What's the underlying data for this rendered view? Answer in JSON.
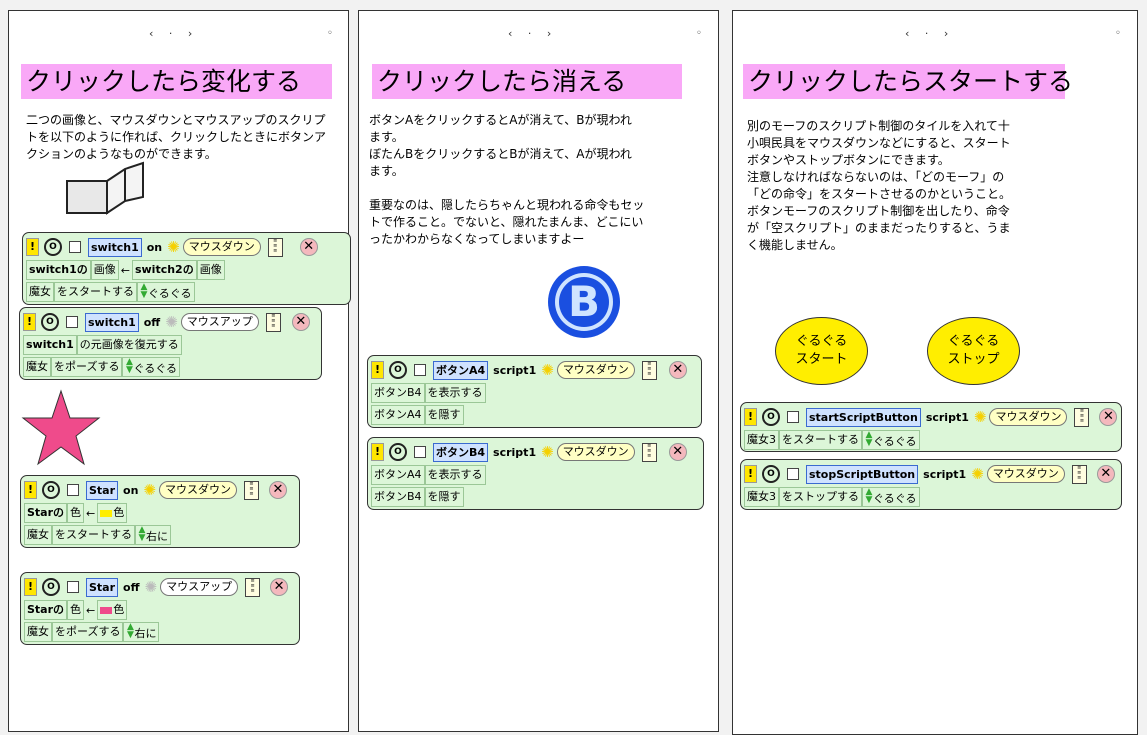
{
  "pages": [
    {
      "nav": "‹ · ›",
      "title": "クリックしたら変化する",
      "body": "二つの画像と、マウスダウンとマウスアップのスクリプ\nトを以下のように作れば、クリックしたときにボタンア\nクションのようなものができます。",
      "scripts": [
        {
          "name": "switch1",
          "status": "on",
          "trigger": "マウスダウン",
          "rows": [
            [
              "switch1の",
              "画像",
              "←",
              "switch2の",
              "画像"
            ],
            [
              "魔女",
              "をスタートする",
              "ぐるぐる"
            ]
          ]
        },
        {
          "name": "switch1",
          "status": "off",
          "trigger": "マウスアップ",
          "rows": [
            [
              "switch1",
              "の元画像を復元する"
            ],
            [
              "魔女",
              "をポーズする",
              "ぐるぐる"
            ]
          ]
        },
        {
          "name": "Star",
          "status": "on",
          "trigger": "マウスダウン",
          "rows": [
            [
              "Starの",
              "色",
              "←",
              "色"
            ],
            [
              "魔女",
              "をスタートする",
              "右に"
            ]
          ]
        },
        {
          "name": "Star",
          "status": "off",
          "trigger": "マウスアップ",
          "rows": [
            [
              "Starの",
              "色",
              "←",
              "色"
            ],
            [
              "魔女",
              "をポーズする",
              "右に"
            ]
          ]
        }
      ]
    },
    {
      "nav": "‹ · ›",
      "title": "クリックしたら消える",
      "body": "ボタンAをクリックするとAが消えて、Bが現われ\nます。\nぼたんBをクリックするとBが消えて、Aが現われ\nます。\n\n重要なのは、隠したらちゃんと現われる命令もセッ\nトで作ること。でないと、隠れたまんま、どこにい\nったかわからなくなってしまいますよー",
      "button_glyph": "B",
      "scripts": [
        {
          "name": "ボタンA4",
          "status": "script1",
          "trigger": "マウスダウン",
          "rows": [
            [
              "ボタンB4",
              "を表示する"
            ],
            [
              "ボタンA4",
              "を隠す"
            ]
          ]
        },
        {
          "name": "ボタンB4",
          "status": "script1",
          "trigger": "マウスダウン",
          "rows": [
            [
              "ボタンA4",
              "を表示する"
            ],
            [
              "ボタンB4",
              "を隠す"
            ]
          ]
        }
      ]
    },
    {
      "nav": "‹ · ›",
      "title": "クリックしたらスタートする",
      "body": "別のモーフのスクリプト制御のタイルを入れて十\n小唄民具をマウスダウンなどにすると、スタート\nボタンやストップボタンにできます。\n注意しなければならないのは、「どのモーフ」の\n「どの命令」をスタートさせるのかということ。\nボタンモーフのスクリプト制御を出したり、命令\nが「空スクリプト」のままだったりすると、うま\nく機能しません。",
      "buttons": [
        "ぐるぐる\nスタート",
        "ぐるぐる\nストップ"
      ],
      "scripts": [
        {
          "name": "startScriptButton",
          "status": "script1",
          "trigger": "マウスダウン",
          "rows": [
            [
              "魔女3",
              "をスタートする",
              "ぐるぐる"
            ]
          ]
        },
        {
          "name": "stopScriptButton",
          "status": "script1",
          "trigger": "マウスダウン",
          "rows": [
            [
              "魔女3",
              "をストップする",
              "ぐるぐる"
            ]
          ]
        }
      ]
    }
  ],
  "header_glyphs": {
    "exclaim": "!",
    "circle": "O",
    "close": "✕",
    "sun": "✺",
    "arrow": "←",
    "updown": "▲▼",
    "nav_dot": "◦"
  },
  "colors": {
    "title_bg": "#f9a8f7",
    "tile_bg": "#dcf6d8",
    "star": "#ef4b8b",
    "button_blue": "#1a4fe0",
    "oval_yellow": "#ffee00",
    "swatch_yellow": "#ffee00",
    "swatch_pink": "#ef4b8b"
  }
}
